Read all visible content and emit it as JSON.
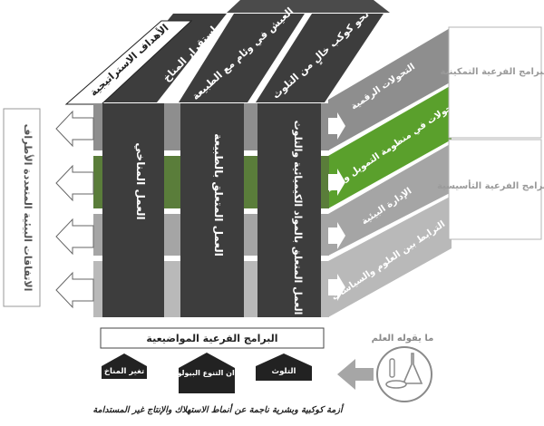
{
  "left_box": {
    "label": "الاتفاقات البيئية المتعددة الأطراف"
  },
  "strategic_goals": {
    "header": "الأهداف الاستراتيجية",
    "items": [
      "استقرار المناخ",
      "العيش في وئام مع الطبيعة",
      "نحو كوكب خالٍ من التلوث"
    ]
  },
  "front_columns": [
    "العمل المناخي",
    "العمل المتعلق بالطبيعة",
    "العمل المتعلق بالمواد الكيميائية والتلوث"
  ],
  "side_layers": [
    "التحولات الرقمية",
    "التحولات في منظومة التمويل والاقتصاد",
    "الإدارة البيئية",
    "الترابط بين العلوم والسياسات"
  ],
  "right_boxes": {
    "enabling": "البرامج الفرعية التمكينية",
    "foundational": "البرامج الفرعية التأسيسية"
  },
  "thematic_label": "البرامج الفرعية المواضيعية",
  "science_label": "ما يقوله العلم",
  "crises": [
    "تغير المناخ",
    "فقدان التنوع البيولوجي",
    "التلوث"
  ],
  "footer": "أزمة كوكبية وبشرية ناجمة عن أنماط الاستهلاك والإنتاج غير المستدامة",
  "colors": {
    "dark": "#3d3d3d",
    "mid_gray": "#8e8e8e",
    "light_gray": "#b9b9b9",
    "green": "#5aa02c",
    "arrow_fill": "#ffffff",
    "science_arrow": "#a6a6a6"
  }
}
